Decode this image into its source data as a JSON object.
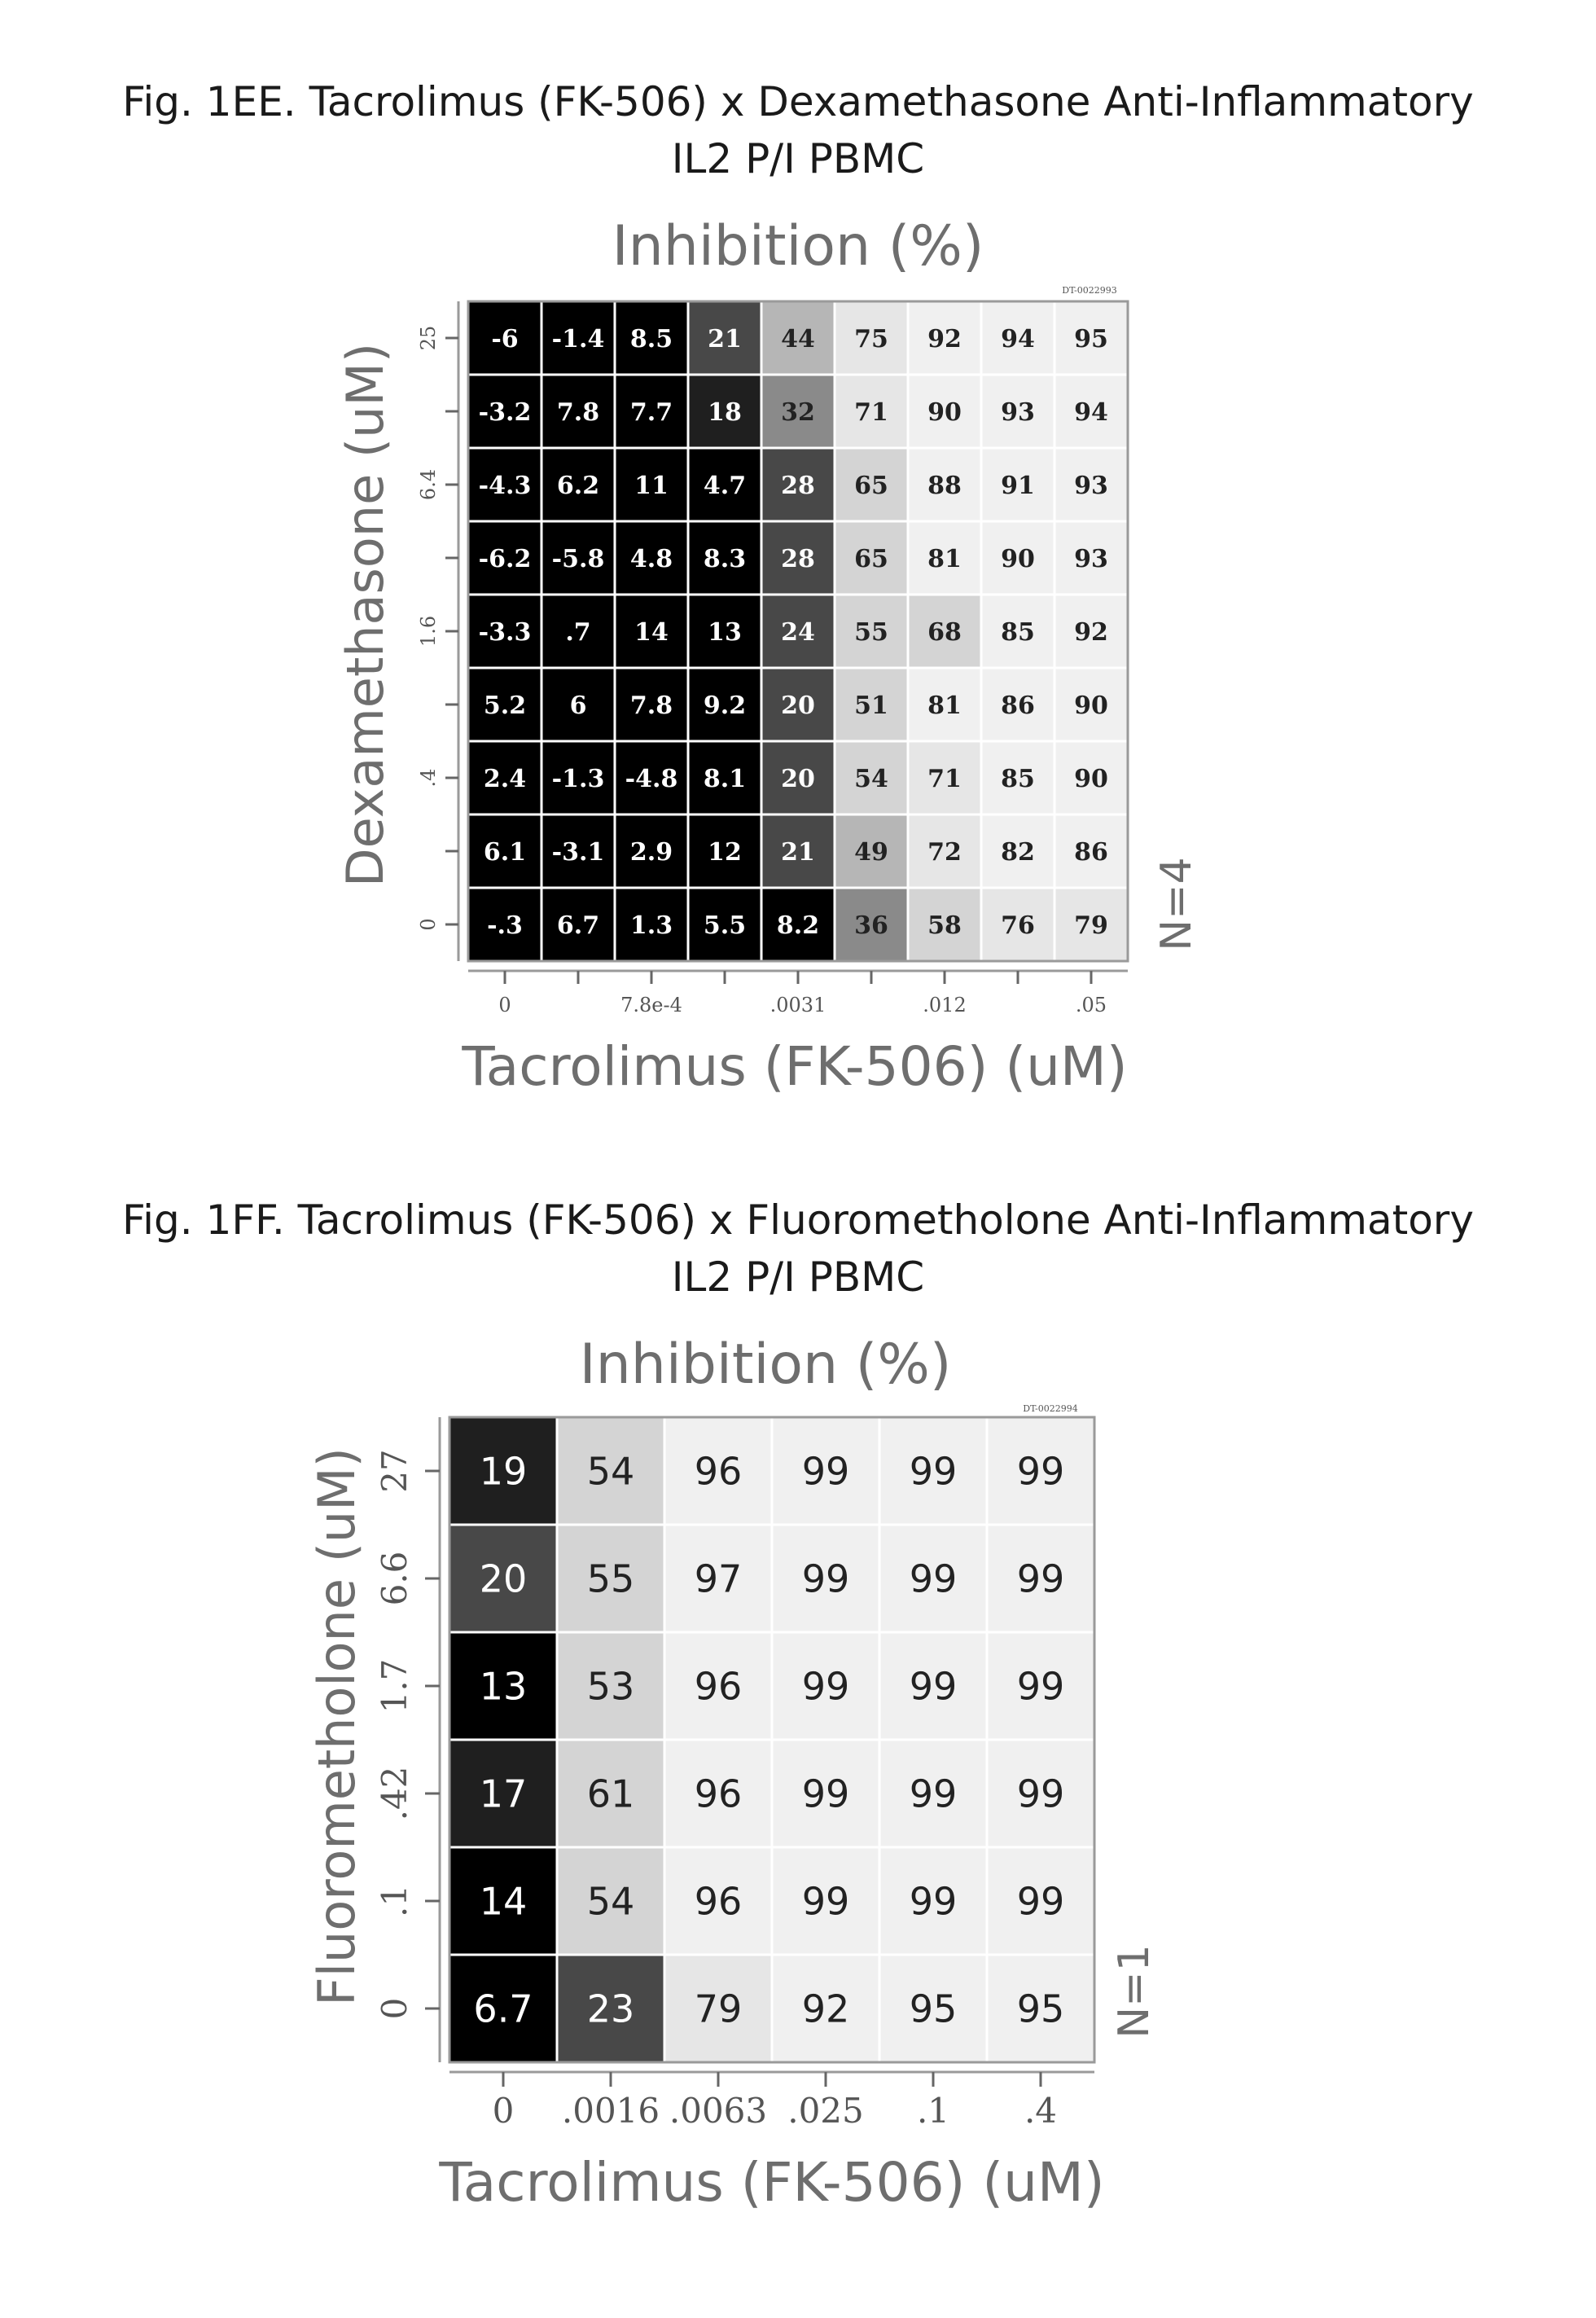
{
  "colors": {
    "scale": [
      "#000000",
      "#1f1f1f",
      "#484848",
      "#8a8a8a",
      "#b6b6b6",
      "#d4d4d4",
      "#e6e6e6",
      "#f0f0f0"
    ]
  },
  "chart_data": [
    {
      "type": "heatmap",
      "figure_label": "Fig. 1EE.  Tacrolimus (FK-506) x Dexamethasone Anti-Inflammatory",
      "subtitle": "IL2 P/I PBMC",
      "title": "Inhibition (%)",
      "xlabel": "Tacrolimus (FK-506) (uM)",
      "ylabel": "Dexamethasone (uM)",
      "n_label": "N=4",
      "watermark": "DT-0022993",
      "x_tick_labels": [
        "0",
        "",
        "7.8e-4",
        "",
        ".0031",
        "",
        ".012",
        "",
        ".05"
      ],
      "y_tick_labels": [
        "25",
        "",
        "6.4",
        "",
        "1.6",
        "",
        ".4",
        "",
        "0"
      ],
      "values": [
        [
          -6,
          -1.4,
          8.5,
          21,
          44,
          75,
          92,
          94,
          95
        ],
        [
          -3.2,
          7.8,
          7.7,
          18,
          32,
          71,
          90,
          93,
          94
        ],
        [
          -4.3,
          6.2,
          11,
          4.7,
          28,
          65,
          88,
          91,
          93
        ],
        [
          -6.2,
          -5.8,
          4.8,
          8.3,
          28,
          65,
          81,
          90,
          93
        ],
        [
          -3.3,
          0.7,
          14,
          13,
          24,
          55,
          68,
          85,
          92
        ],
        [
          5.2,
          6,
          7.8,
          9.2,
          20,
          51,
          81,
          86,
          90
        ],
        [
          2.4,
          -1.3,
          -4.8,
          8.1,
          20,
          54,
          71,
          85,
          90
        ],
        [
          6.1,
          -3.1,
          2.9,
          12,
          21,
          49,
          72,
          82,
          86
        ],
        [
          -0.3,
          6.7,
          1.3,
          5.5,
          8.2,
          36,
          58,
          76,
          79
        ]
      ],
      "labels": [
        [
          "-6",
          "-1.4",
          "8.5",
          "21",
          "44",
          "75",
          "92",
          "94",
          "95"
        ],
        [
          "-3.2",
          "7.8",
          "7.7",
          "18",
          "32",
          "71",
          "90",
          "93",
          "94"
        ],
        [
          "-4.3",
          "6.2",
          "11",
          "4.7",
          "28",
          "65",
          "88",
          "91",
          "93"
        ],
        [
          "-6.2",
          "-5.8",
          "4.8",
          "8.3",
          "28",
          "65",
          "81",
          "90",
          "93"
        ],
        [
          "-3.3",
          ".7",
          "14",
          "13",
          "24",
          "55",
          "68",
          "85",
          "92"
        ],
        [
          "5.2",
          "6",
          "7.8",
          "9.2",
          "20",
          "51",
          "81",
          "86",
          "90"
        ],
        [
          "2.4",
          "-1.3",
          "-4.8",
          "8.1",
          "20",
          "54",
          "71",
          "85",
          "90"
        ],
        [
          "6.1",
          "-3.1",
          "2.9",
          "12",
          "21",
          "49",
          "72",
          "82",
          "86"
        ],
        [
          "-.3",
          "6.7",
          "1.3",
          "5.5",
          "8.2",
          "36",
          "58",
          "76",
          "79"
        ]
      ]
    },
    {
      "type": "heatmap",
      "figure_label": "Fig. 1FF.  Tacrolimus (FK-506) x Fluorometholone Anti-Inflammatory",
      "subtitle": "IL2 P/I PBMC",
      "title": "Inhibition (%)",
      "xlabel": "Tacrolimus (FK-506) (uM)",
      "ylabel": "Fluorometholone (uM)",
      "n_label": "N=1",
      "watermark": "DT-0022994",
      "x_tick_labels": [
        "0",
        ".0016",
        ".0063",
        ".025",
        ".1",
        ".4"
      ],
      "y_tick_labels": [
        "27",
        "6.6",
        "1.7",
        ".42",
        ".1",
        "0"
      ],
      "values": [
        [
          19,
          54,
          96,
          99,
          99,
          99
        ],
        [
          20,
          55,
          97,
          99,
          99,
          99
        ],
        [
          13,
          53,
          96,
          99,
          99,
          99
        ],
        [
          17,
          61,
          96,
          99,
          99,
          99
        ],
        [
          14,
          54,
          96,
          99,
          99,
          99
        ],
        [
          6.7,
          23,
          79,
          92,
          95,
          95
        ]
      ],
      "labels": [
        [
          "19",
          "54",
          "96",
          "99",
          "99",
          "99"
        ],
        [
          "20",
          "55",
          "97",
          "99",
          "99",
          "99"
        ],
        [
          "13",
          "53",
          "96",
          "99",
          "99",
          "99"
        ],
        [
          "17",
          "61",
          "96",
          "99",
          "99",
          "99"
        ],
        [
          "14",
          "54",
          "96",
          "99",
          "99",
          "99"
        ],
        [
          "6.7",
          "23",
          "79",
          "92",
          "95",
          "95"
        ]
      ]
    }
  ]
}
